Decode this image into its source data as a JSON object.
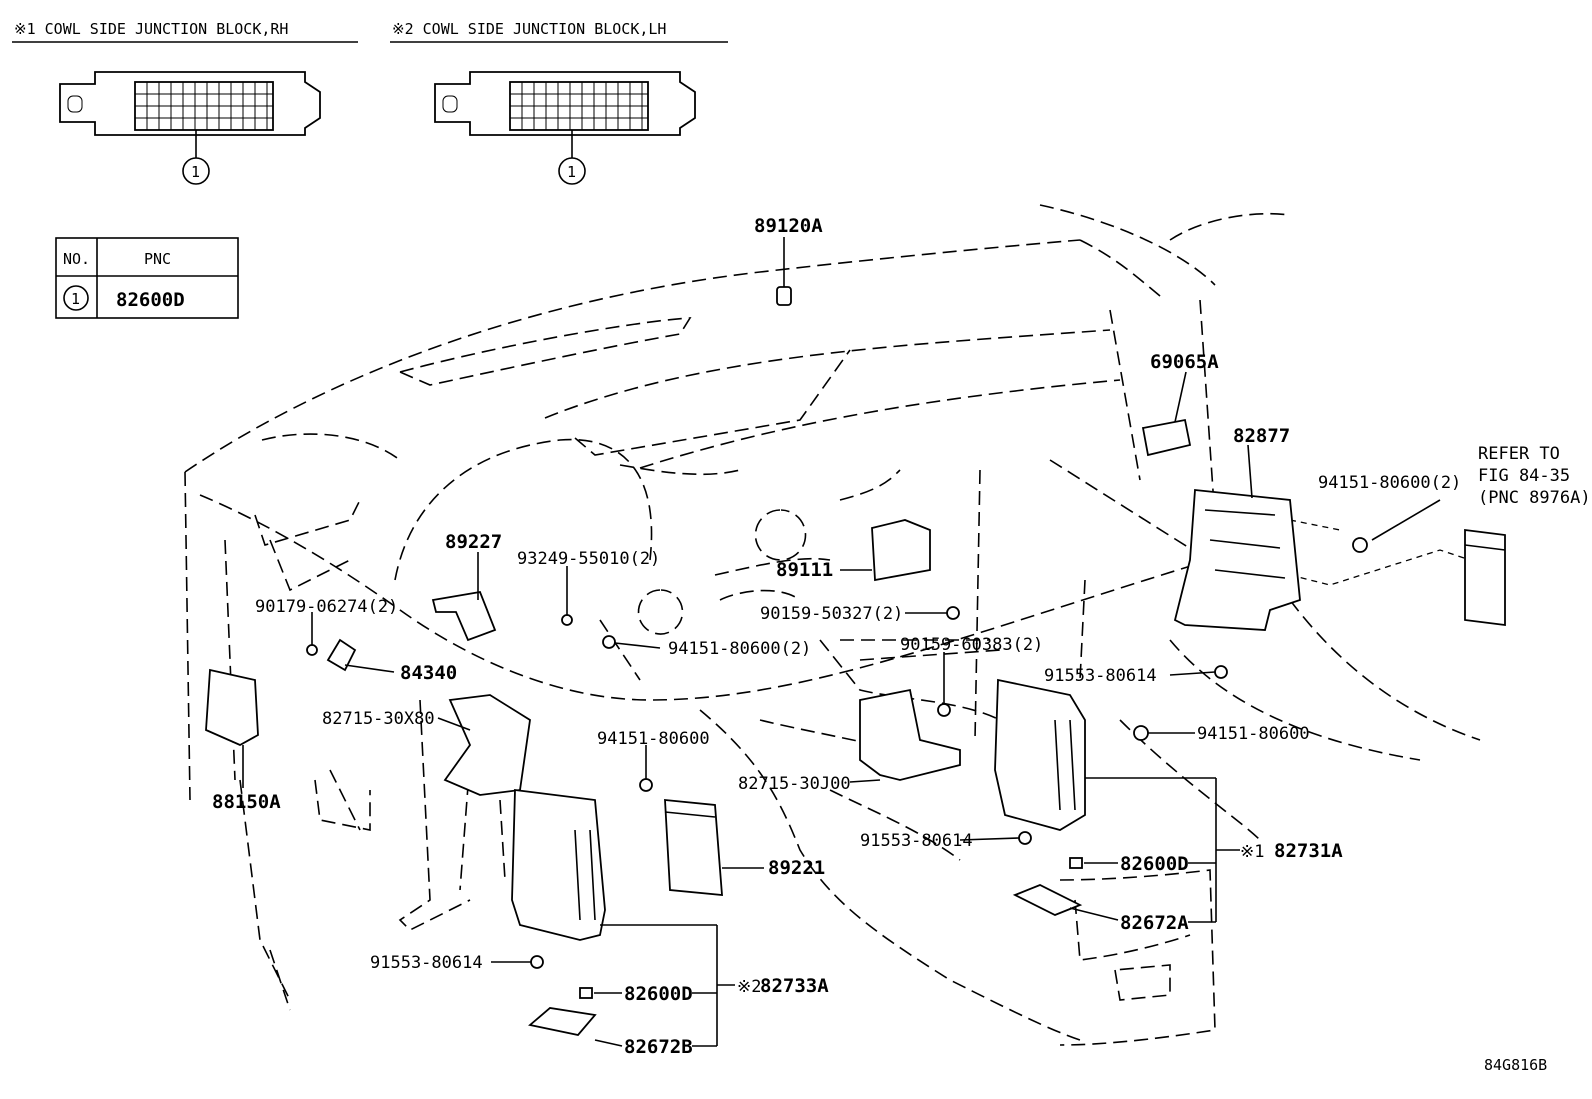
{
  "headers": {
    "rh": "※1 COWL SIDE JUNCTION BLOCK,RH",
    "lh": "※2 COWL SIDE JUNCTION BLOCK,LH"
  },
  "callout_number": "1",
  "table": {
    "col_no": "NO.",
    "col_pnc": "PNC",
    "row_no": "1",
    "row_pnc": "82600D"
  },
  "labels": {
    "p89120A": "89120A",
    "p69065A": "69065A",
    "p82877": "82877",
    "refer": [
      "REFER TO",
      "FIG 84-35",
      "(PNC 8976A)"
    ],
    "p94151_80600_2_right": "94151-80600(2)",
    "p89227": "89227",
    "p93249": "93249-55010(2)",
    "p89111": "89111",
    "p90159_50327": "90159-50327(2)",
    "p90179": "90179-06274(2)",
    "p94151_80600_2_center": "94151-80600(2)",
    "p84340": "84340",
    "p90159_60383": "90159-60383(2)",
    "p91553_80614_right": "91553-80614",
    "p82715_30X80": "82715-30X80",
    "p94151_80600_right": "94151-80600",
    "p94151_80600_center": "94151-80600",
    "p82715_30J00": "82715-30J00",
    "p88150A": "88150A",
    "p91553_80614_center": "91553-80614",
    "p89221": "89221",
    "p82600D_right": "82600D",
    "p82731A": "82731A",
    "p82731A_mark": "※1",
    "p82672A": "82672A",
    "p91553_80614_left": "91553-80614",
    "p82733A": "82733A",
    "p82733A_mark": "※2",
    "p82600D_left": "82600D",
    "p82672B": "82672B",
    "code": "84G816B"
  }
}
